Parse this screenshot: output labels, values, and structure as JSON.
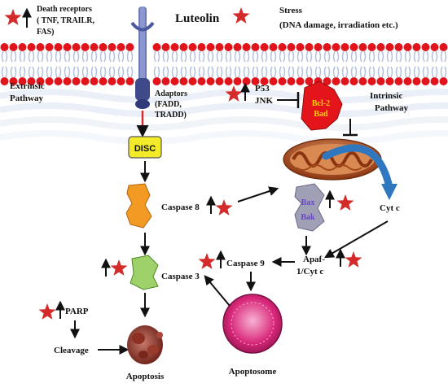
{
  "title": "Luteolin",
  "death_receptors": {
    "heading": "Death receptors",
    "detail_line1": "( TNF, TRAILR,",
    "detail_line2": "FAS)"
  },
  "stress": {
    "heading": "Stress",
    "detail": "(DNA damage, irradiation  etc.)"
  },
  "extrinsic_pathway": {
    "line1": "Extrinsic",
    "line2": "Pathway"
  },
  "intrinsic_pathway": {
    "line1": "Intrinsic",
    "line2": "Pathway"
  },
  "adaptors": {
    "line1": "Adaptors",
    "line2": "(FADD,",
    "line3": "TRADD)"
  },
  "disc": "DISC",
  "p53": "P53",
  "jnk": "JNK",
  "bcl2": "Bcl-2",
  "bad": "Bad",
  "bax": "Bax",
  "bak": "Bak",
  "cyt_c": "Cyt c",
  "caspase8": "Caspase 8",
  "caspase9": "Caspase 9",
  "caspase3": "Caspase 3",
  "apaf": {
    "line1": "Apaf-",
    "line2": "1/Cyt c"
  },
  "parp": "PARP",
  "cleavage": "Cleavage",
  "apoptosis": "Apoptosis",
  "apoptosome": "Apoptosome",
  "colors": {
    "star": "#d42a2a",
    "membrane_head": "#e0141a",
    "membrane_tail": "#b7c2de",
    "disc_fill": "#f3ea2a",
    "bcl2_fill": "#e3141a",
    "bcl2_text": "#ffd400",
    "bax_fill": "#9f9fb6",
    "bax_text": "#6a45c9",
    "caspase8_fill": "#f39a24",
    "caspase3_fill": "#9fd16a",
    "apoptosome_fill": "#d9277a",
    "cyt_arrow": "#2f78c0",
    "mito_fill": "#b64d1c"
  }
}
